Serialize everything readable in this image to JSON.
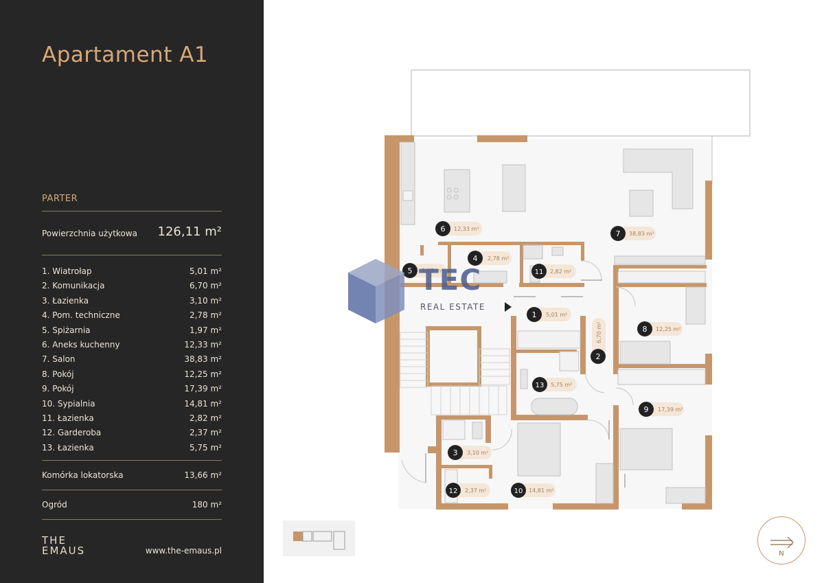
{
  "title": "Apartament A1",
  "floor": "PARTER",
  "usable_area": {
    "label": "Powierzchnia użytkowa",
    "value": "126,11 m²"
  },
  "rooms": [
    {
      "name": "1. Wiatrołap",
      "area": "5,01 m²"
    },
    {
      "name": "2. Komunikacja",
      "area": "6,70 m²"
    },
    {
      "name": "3. Łazienka",
      "area": "3,10 m²"
    },
    {
      "name": "4. Pom. techniczne",
      "area": "2,78 m²"
    },
    {
      "name": "5. Spiżarnia",
      "area": "1,97 m²"
    },
    {
      "name": "6. Aneks kuchenny",
      "area": "12,33 m²"
    },
    {
      "name": "7. Salon",
      "area": "38,83 m²"
    },
    {
      "name": "8. Pokój",
      "area": "12,25 m²"
    },
    {
      "name": "9. Pokój",
      "area": "17,39 m²"
    },
    {
      "name": "10. Sypialnia",
      "area": "14,81 m²"
    },
    {
      "name": "11. Łazienka",
      "area": "2,82 m²"
    },
    {
      "name": "12. Garderoba",
      "area": "2,37 m²"
    },
    {
      "name": "13. Łazienka",
      "area": "5,75 m²"
    }
  ],
  "storage": {
    "label": "Komórka lokatorska",
    "value": "13,66 m²"
  },
  "garden": {
    "label": "Ogród",
    "value": "180 m²"
  },
  "brand": {
    "line1": "THE",
    "line2": "EMAUS"
  },
  "url": "www.the-emaus.pl",
  "watermark": {
    "word": "TEC",
    "sub": "REAL ESTATE"
  },
  "plan_labels": [
    {
      "num": "1",
      "area": "5,01 m²"
    },
    {
      "num": "2",
      "area": "6,70 m²"
    },
    {
      "num": "3",
      "area": "3,10 m²"
    },
    {
      "num": "4",
      "area": "2,78 m²"
    },
    {
      "num": "5",
      "area": "1,97 m²"
    },
    {
      "num": "6",
      "area": "12,33 m²"
    },
    {
      "num": "7",
      "area": "38,83 m²"
    },
    {
      "num": "8",
      "area": "12,25 m²"
    },
    {
      "num": "9",
      "area": "17,39 m²"
    },
    {
      "num": "10",
      "area": "14,81 m²"
    },
    {
      "num": "11",
      "area": "2,82 m²"
    },
    {
      "num": "12",
      "area": "2,37 m²"
    },
    {
      "num": "13",
      "area": "5,75 m²"
    }
  ],
  "compass_label": "N",
  "colors": {
    "panel": "#262626",
    "accent": "#d6a877",
    "wall": "#c6966a",
    "badge": "#222222",
    "pill": "#f4e7d8"
  }
}
